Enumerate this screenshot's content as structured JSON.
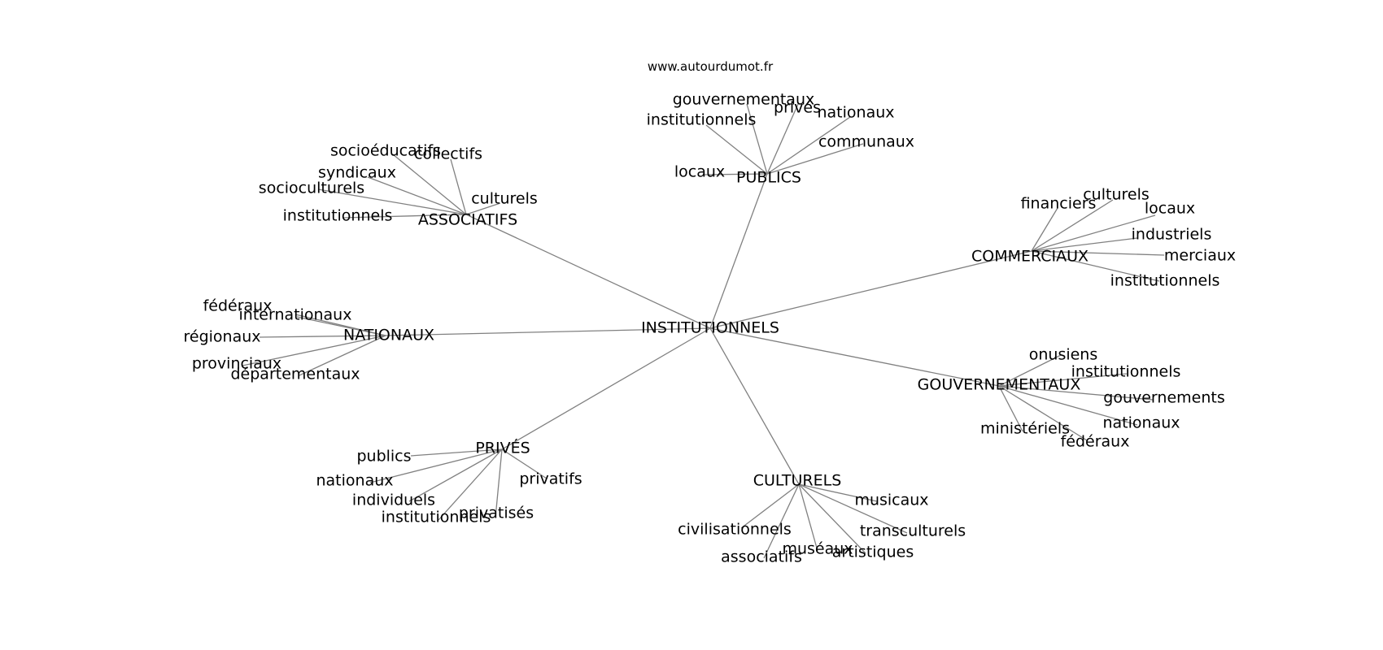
{
  "watermark": "www.autourdumot.fr",
  "colors": {
    "edge": "#808080",
    "text": "#000000",
    "background": "#ffffff"
  },
  "center": "INSTITUTIONNELS",
  "groups": [
    {
      "label": "PUBLICS",
      "children": [
        "gouvernementaux",
        "privés",
        "nationaux",
        "institutionnels",
        "communaux",
        "locaux"
      ]
    },
    {
      "label": "ASSOCIATIFS",
      "children": [
        "socioéducatifs",
        "collectifs",
        "syndicaux",
        "socioculturels",
        "culturels",
        "institutionnels"
      ]
    },
    {
      "label": "COMMERCIAUX",
      "children": [
        "financiers",
        "culturels",
        "locaux",
        "industriels",
        "merciaux",
        "institutionnels"
      ]
    },
    {
      "label": "NATIONAUX",
      "children": [
        "fédéraux",
        "internationaux",
        "régionaux",
        "provinciaux",
        "départementaux"
      ]
    },
    {
      "label": "GOUVERNEMENTAUX",
      "children": [
        "onusiens",
        "institutionnels",
        "gouvernements",
        "nationaux",
        "ministériels",
        "fédéraux"
      ]
    },
    {
      "label": "PRIVÉS",
      "children": [
        "publics",
        "nationaux",
        "privatifs",
        "individuels",
        "institutionnels",
        "privatisés"
      ]
    },
    {
      "label": "CULTURELS",
      "children": [
        "musicaux",
        "civilisationnels",
        "transculturels",
        "muséaux",
        "artistiques",
        "associatifs"
      ]
    }
  ]
}
